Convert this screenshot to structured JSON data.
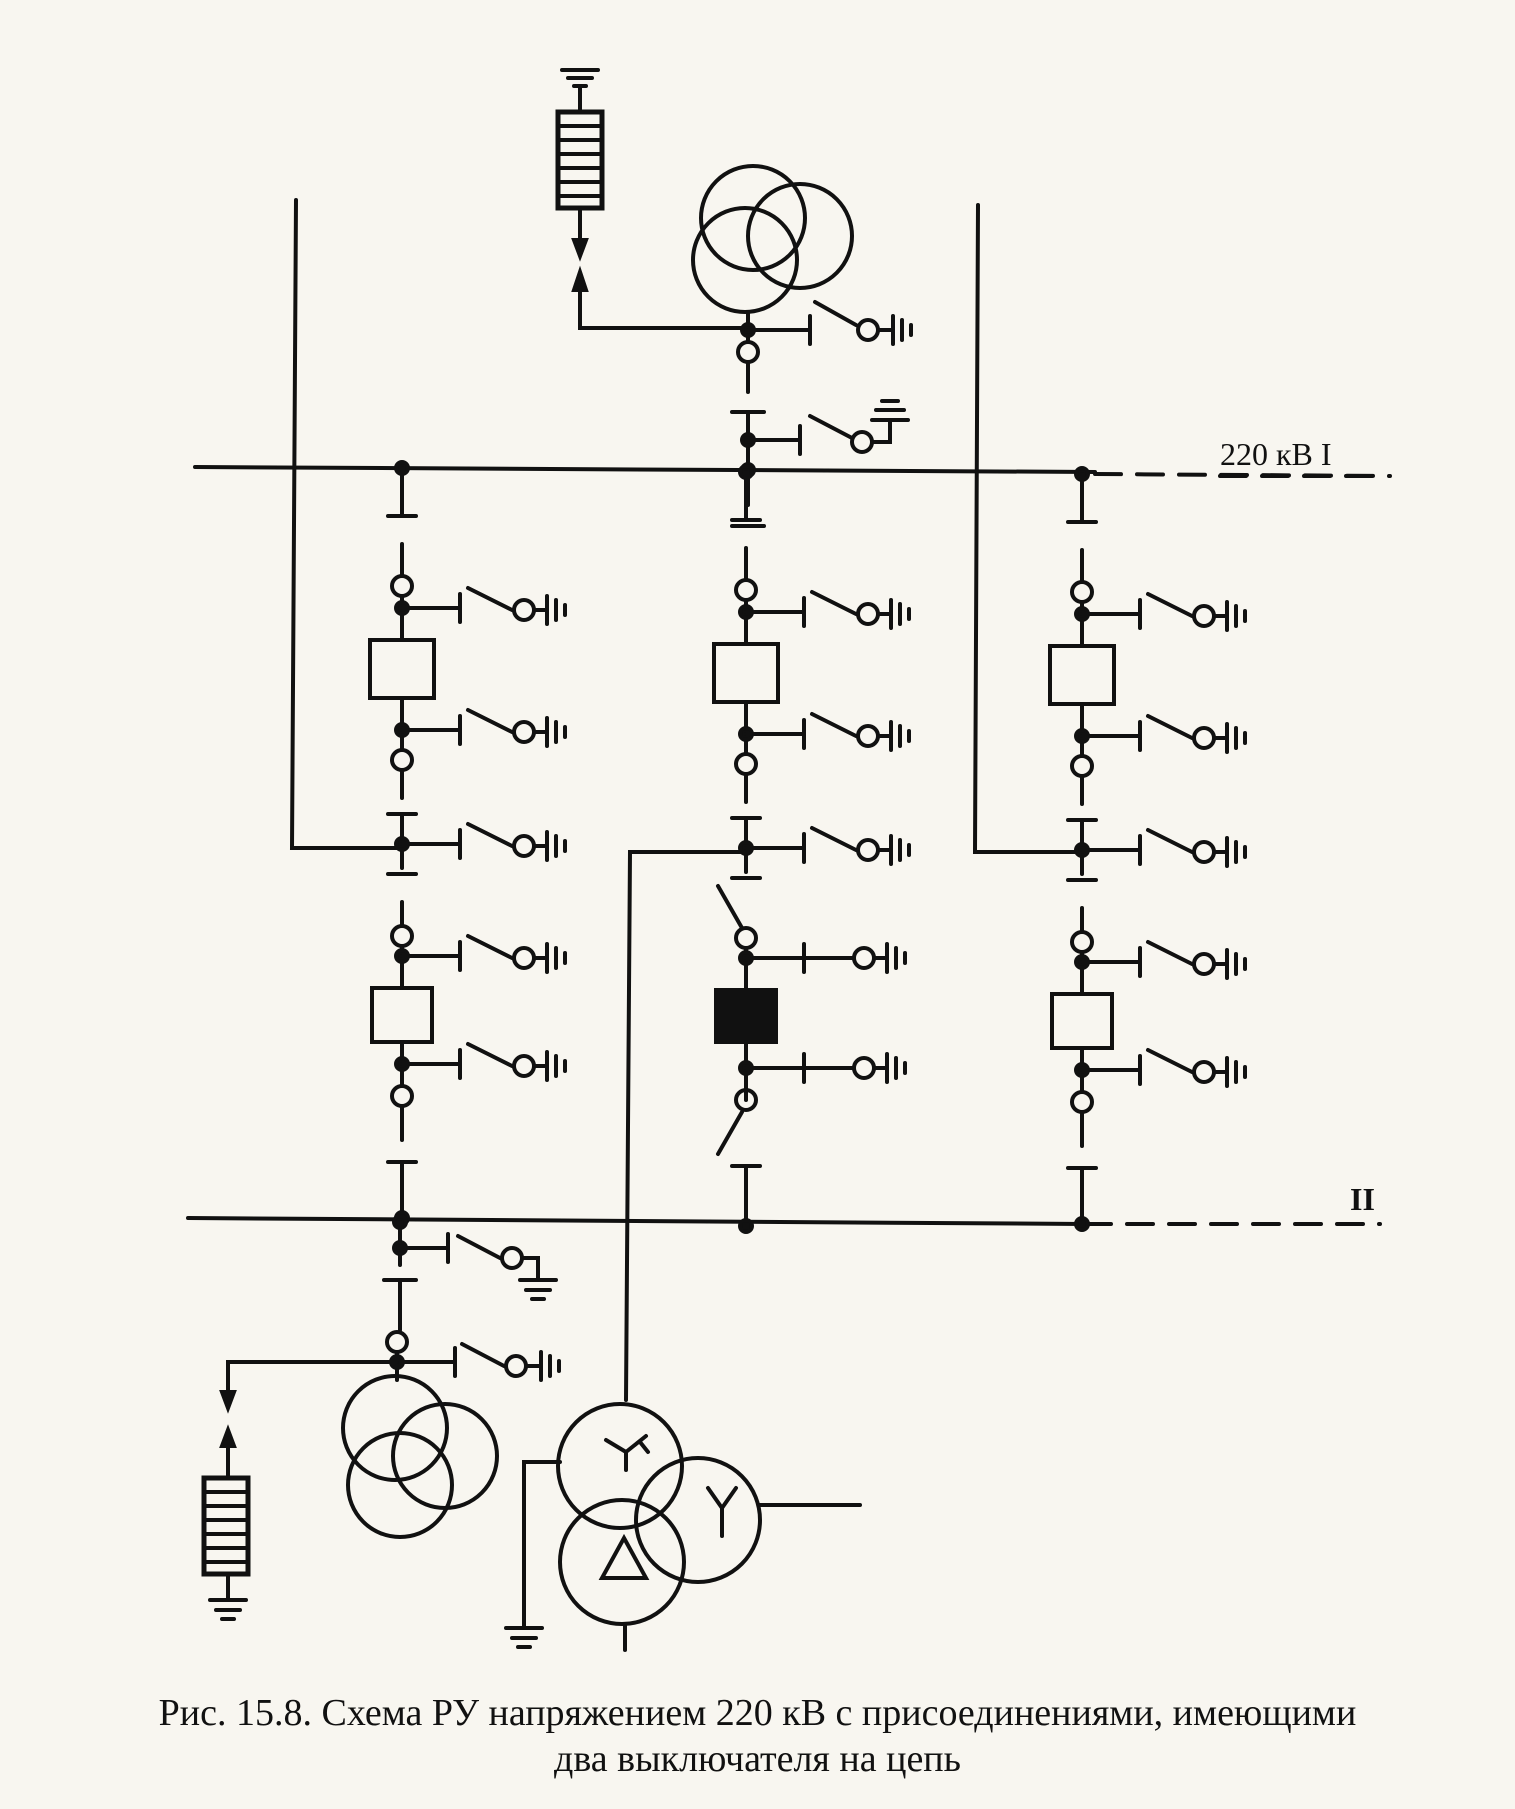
{
  "diagram": {
    "bus_labels": {
      "bus1": "220 кВ  I",
      "bus2": "II"
    },
    "symbols": {
      "transformer_top": "three-winding-transformer",
      "transformer_bottom": "three-winding-transformer",
      "autotransformer_wye_delta": "autotransformer-icon",
      "grounding": "ground-icon",
      "arrester": "surge-arrester-icon",
      "breaker": "circuit-breaker-icon",
      "disconnector": "disconnector-icon",
      "earthing_switch": "earthing-switch-icon"
    },
    "colors": {
      "ink": "#111111",
      "paper": "#f8f6f0"
    }
  },
  "caption": {
    "line1": "Рис. 15.8. Схема РУ напряжением 220 кВ с присоединениями, имеющими",
    "line2": "два выключателя на цепь"
  }
}
